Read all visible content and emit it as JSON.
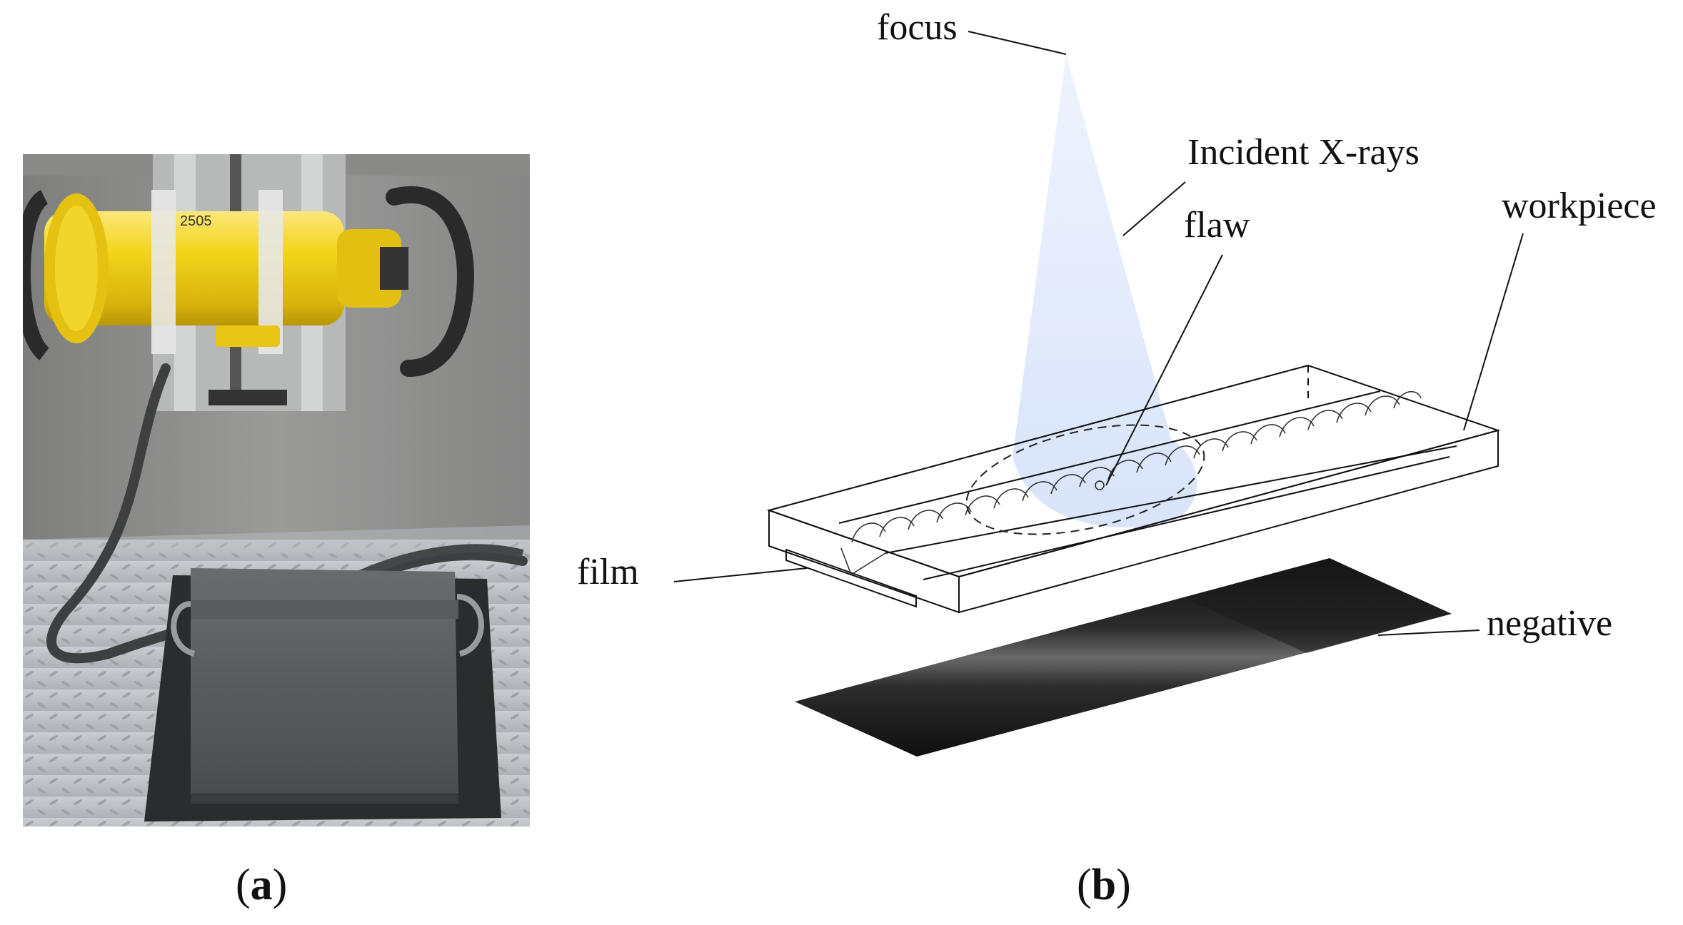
{
  "panel_a": {
    "photo_marking": "2505"
  },
  "panel_b": {
    "labels": {
      "focus": "focus",
      "incident": "Incident X-rays",
      "flaw": "flaw",
      "workpiece": "workpiece",
      "film": "film",
      "negative": "negative"
    }
  },
  "captions": {
    "a_open": "(",
    "a_letter": "a",
    "a_close": ")",
    "b_open": "(",
    "b_letter": "b",
    "b_close": ")"
  },
  "colors": {
    "xray_beam": "#dfe8fb",
    "housing_yellow": "#f2d21b",
    "wall_gray": "#8f8f8e",
    "film_dark": "#1c1c1c"
  }
}
